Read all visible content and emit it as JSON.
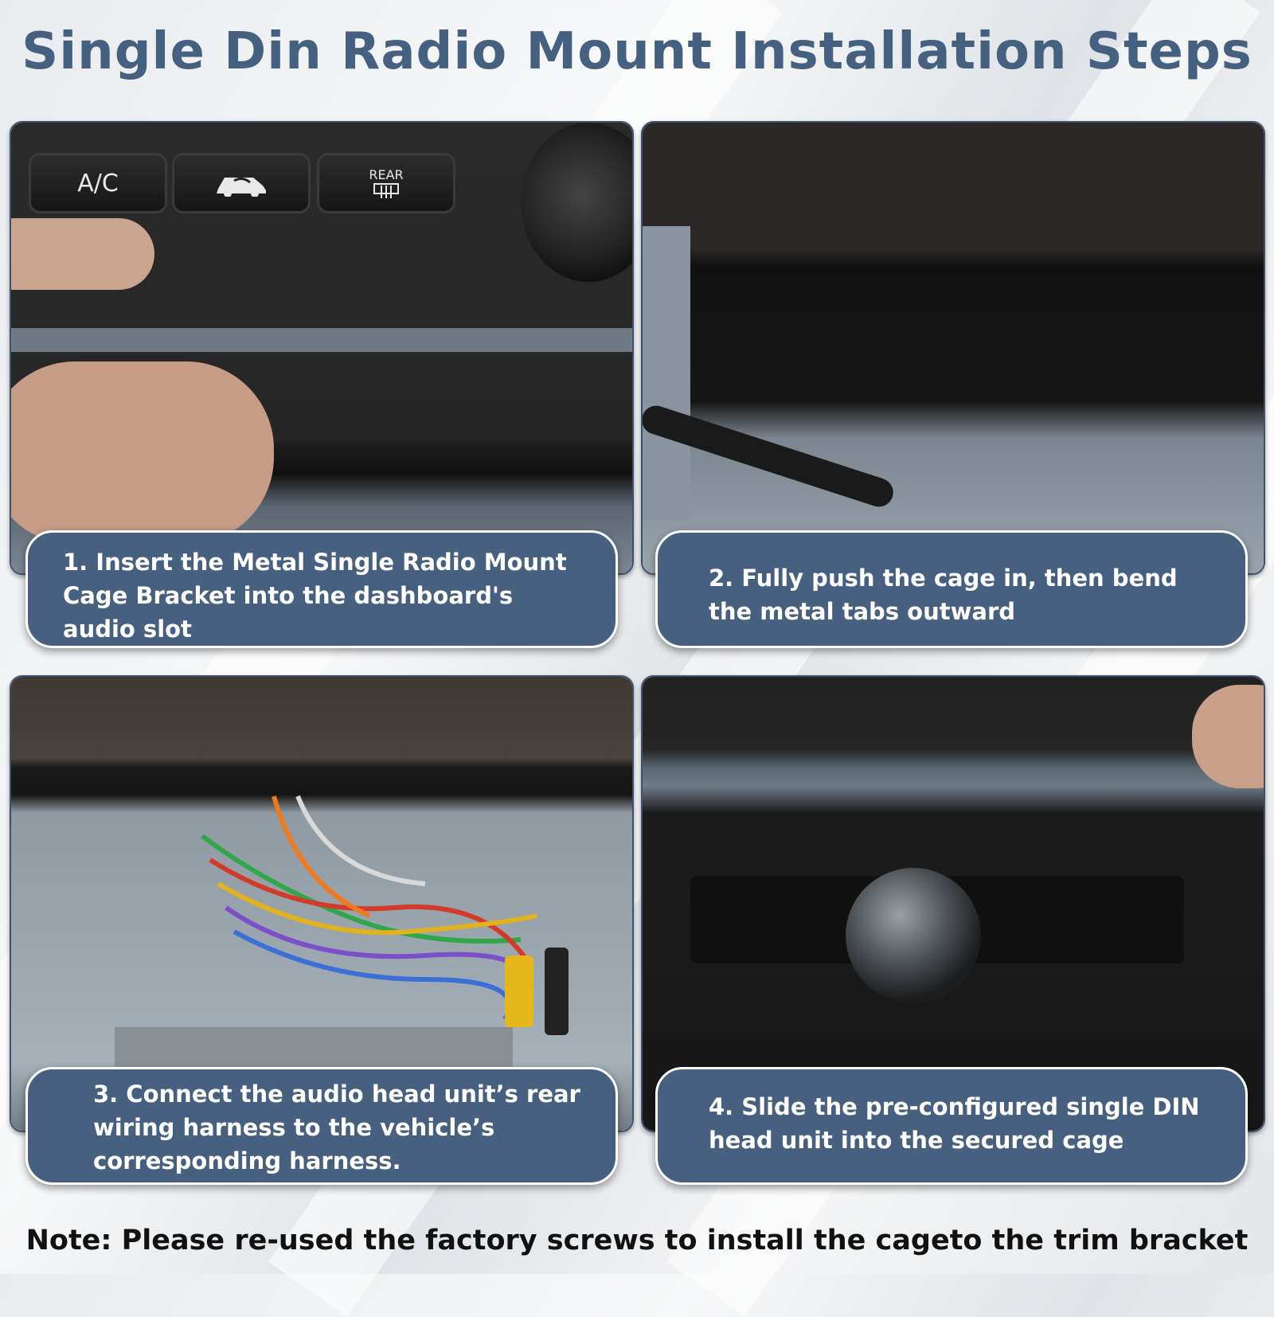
{
  "title": "Single Din Radio Mount Installation Steps",
  "steps": [
    {
      "number": "1",
      "text": "1. Insert the  Metal Single Radio Mount Cage Bracket into the dashboard's audio slot"
    },
    {
      "number": "2",
      "text": "2. Fully push the cage in, then bend the metal tabs outward"
    },
    {
      "number": "3",
      "text": "3. Connect the audio head unit’s rear wiring harness to the vehicle’s corresponding harness."
    },
    {
      "number": "4",
      "text": "4. Slide the pre-configured single DIN head unit into the secured cage"
    }
  ],
  "photo1": {
    "ac_label": "A/C",
    "rear_label": "REAR"
  },
  "note": "Note: Please re-used the factory screws to install the cageto the trim bracket",
  "colors": {
    "title": "#46617f",
    "caption_bg": "#48607f",
    "caption_text": "#ffffff"
  }
}
